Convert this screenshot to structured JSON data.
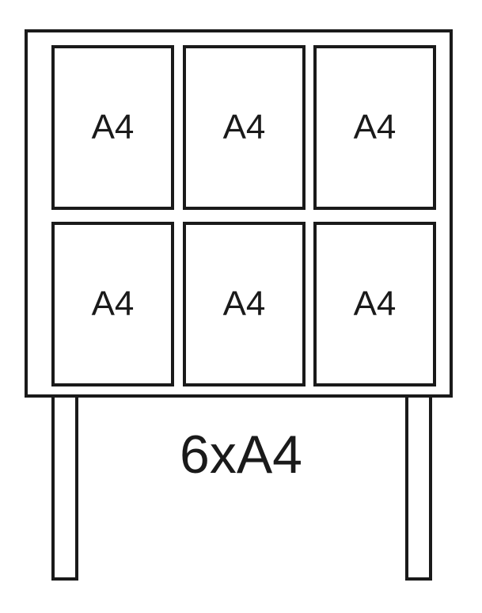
{
  "board": {
    "slots": [
      {
        "label": "A4"
      },
      {
        "label": "A4"
      },
      {
        "label": "A4"
      },
      {
        "label": "A4"
      },
      {
        "label": "A4"
      },
      {
        "label": "A4"
      }
    ]
  },
  "caption": "6xA4",
  "colors": {
    "stroke": "#1a1a1a",
    "background": "#ffffff"
  }
}
